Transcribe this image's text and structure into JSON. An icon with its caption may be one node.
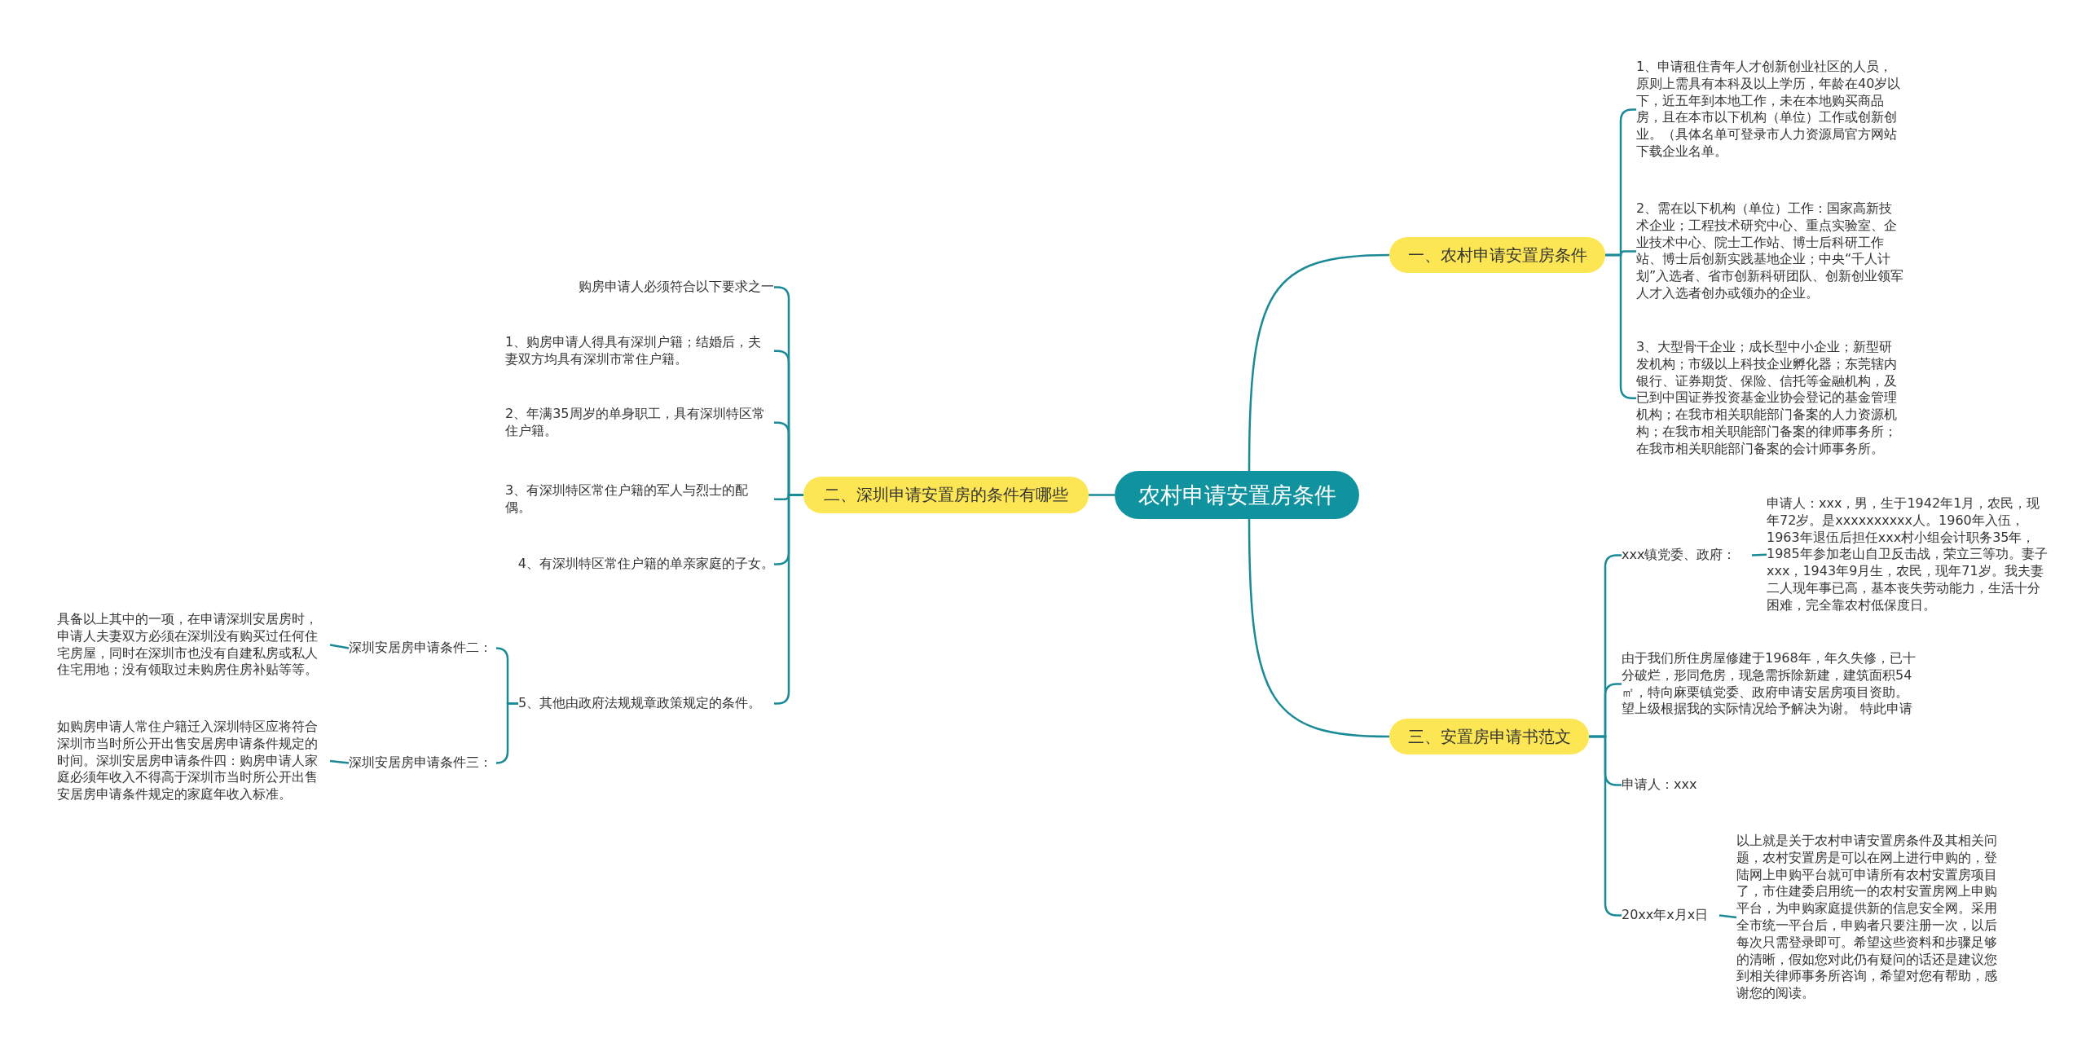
{
  "diagram": {
    "nodes": [
      {
        "text": [
          "农村申请安置房条件"
        ]
      },
      {
        "text": [
          "一、农村申请安置房条件"
        ]
      },
      {
        "text": [
          "1、申请租住青年人才创新创业社区的人员，原则上需具有本科及以上学历，年龄在40岁以下，近五年到本地工作，未在本地购买商品房，且在本市以下机构（单位）工作或创新创业。（具体名单可登录市人力资源局官方网站下载企业名单。"
        ]
      },
      {
        "text": [
          "2、需在以下机构（单位）工作：国家高新技术企业；工程技术研究中心、重点实验室、企业技术中心、院士工作站、博士后科研工作站、博士后创新实践基地企业；中央“千人计划”入选者、省市创新科研团队、创新创业领军人才入选者创办或领办的企业。"
        ]
      },
      {
        "text": [
          "3、大型骨干企业；成长型中小企业；新型研发机构；市级以上科技企业孵化器；东莞辖内银行、证券期货、保险、信托等金融机构，及已到中国证券投资基金业协会登记的基金管理机构；在我市相关职能部门备案的人力资源机构；在我市相关职能部门备案的律师事务所；在我市相关职能部门备案的会计师事务所。"
        ]
      },
      {
        "text": [
          "二、深圳申请安置房的条件有哪些"
        ]
      },
      {
        "text": [
          "购房申请人必须符合以下要求之一"
        ]
      },
      {
        "text": [
          "1、购房申请人得具有深圳户籍；结婚后，夫妻双方均具有深圳市常住户籍。"
        ]
      },
      {
        "text": [
          "2、年满35周岁的单身职工，具有深圳特区常住户籍。"
        ]
      },
      {
        "text": [
          "3、有深圳特区常住户籍的军人与烈士的配偶。"
        ]
      },
      {
        "text": [
          "4、有深圳特区常住户籍的单亲家庭的子女。"
        ]
      },
      {
        "text": [
          "5、其他由政府法规规章政策规定的条件。"
        ]
      },
      {
        "text": [
          "深圳安居房申请条件二："
        ]
      },
      {
        "text": [
          "具备以上其中的一项，在申请深圳安居房时，申请人夫妻双方必须在深圳没有购买过任何住宅房屋，同时在深圳市也没有自建私房或私人住宅用地；没有领取过未购房住房补贴等等。"
        ]
      },
      {
        "text": [
          "深圳安居房申请条件三："
        ]
      },
      {
        "text": [
          "如购房申请人常住户籍迁入深圳特区应将符合深圳市当时所公开出售安居房申请条件规定的时间。深圳安居房申请条件四：购房申请人家庭必须年收入不得高于深圳市当时所公开出售安居房申请条件规定的家庭年收入标准。"
        ]
      },
      {
        "text": [
          "三、安置房申请书范文"
        ]
      },
      {
        "text": [
          "xxx镇党委、政府："
        ]
      },
      {
        "text": [
          "申请人：xxx，男，生于1942年1月，农民，现年72岁。是xxxxxxxxxx人。1960年入伍，1963年退伍后担任xxx村小组会计职务35年，1985年参加老山自卫反击战，荣立三等功。妻子xxx，1943年9月生，农民，现年71岁。我夫妻二人现年事已高，基本丧失劳动能力，生活十分困难，完全靠农村低保度日。"
        ]
      },
      {
        "text": [
          "由于我们所住房屋修建于1968年，年久失修，已十分破烂，形同危房，现急需拆除新建，建筑面积54㎡，特向麻栗镇党委、政府申请安居房项目资助。望上级根据我的实际情况给予解决为谢。 特此申请"
        ]
      },
      {
        "text": [
          "申请人：xxx"
        ]
      },
      {
        "text": [
          "20xx年x月x日"
        ]
      },
      {
        "text": [
          "以上就是关于农村申请安置房条件及其相关问题，农村安置房是可以在网上进行申购的，登陆网上申购平台就可申请所有农村安置房项目了，市住建委启用统一的农村安置房网上申购平台，为申购家庭提供新的信息安全网。采用全市统一平台后，申购者只要注册一次，以后每次只需登录即可。希望这些资料和步骤足够的清晰，假如您对此仍有疑问的话还是建议您到相关律师事务所咨询，希望对您有帮助，感谢您的阅读。"
        ]
      }
    ],
    "edges": [
      {
        "from": 0,
        "to": 1,
        "arrow": "none"
      },
      {
        "from": 1,
        "to": 2,
        "arrow": "none"
      },
      {
        "from": 1,
        "to": 3,
        "arrow": "none"
      },
      {
        "from": 1,
        "to": 4,
        "arrow": "none"
      },
      {
        "from": 0,
        "to": 5,
        "arrow": "none"
      },
      {
        "from": 5,
        "to": 6,
        "arrow": "none"
      },
      {
        "from": 5,
        "to": 7,
        "arrow": "none"
      },
      {
        "from": 5,
        "to": 8,
        "arrow": "none"
      },
      {
        "from": 5,
        "to": 9,
        "arrow": "none"
      },
      {
        "from": 5,
        "to": 10,
        "arrow": "none"
      },
      {
        "from": 5,
        "to": 11,
        "arrow": "none"
      },
      {
        "from": 11,
        "to": 12,
        "arrow": "none"
      },
      {
        "from": 12,
        "to": 13,
        "arrow": "none"
      },
      {
        "from": 11,
        "to": 14,
        "arrow": "none"
      },
      {
        "from": 14,
        "to": 15,
        "arrow": "none"
      },
      {
        "from": 0,
        "to": 16,
        "arrow": "none"
      },
      {
        "from": 16,
        "to": 17,
        "arrow": "none"
      },
      {
        "from": 17,
        "to": 18,
        "arrow": "none"
      },
      {
        "from": 16,
        "to": 19,
        "arrow": "none"
      },
      {
        "from": 16,
        "to": 20,
        "arrow": "none"
      },
      {
        "from": 16,
        "to": 21,
        "arrow": "none"
      },
      {
        "from": 21,
        "to": 22,
        "arrow": "none"
      }
    ]
  }
}
